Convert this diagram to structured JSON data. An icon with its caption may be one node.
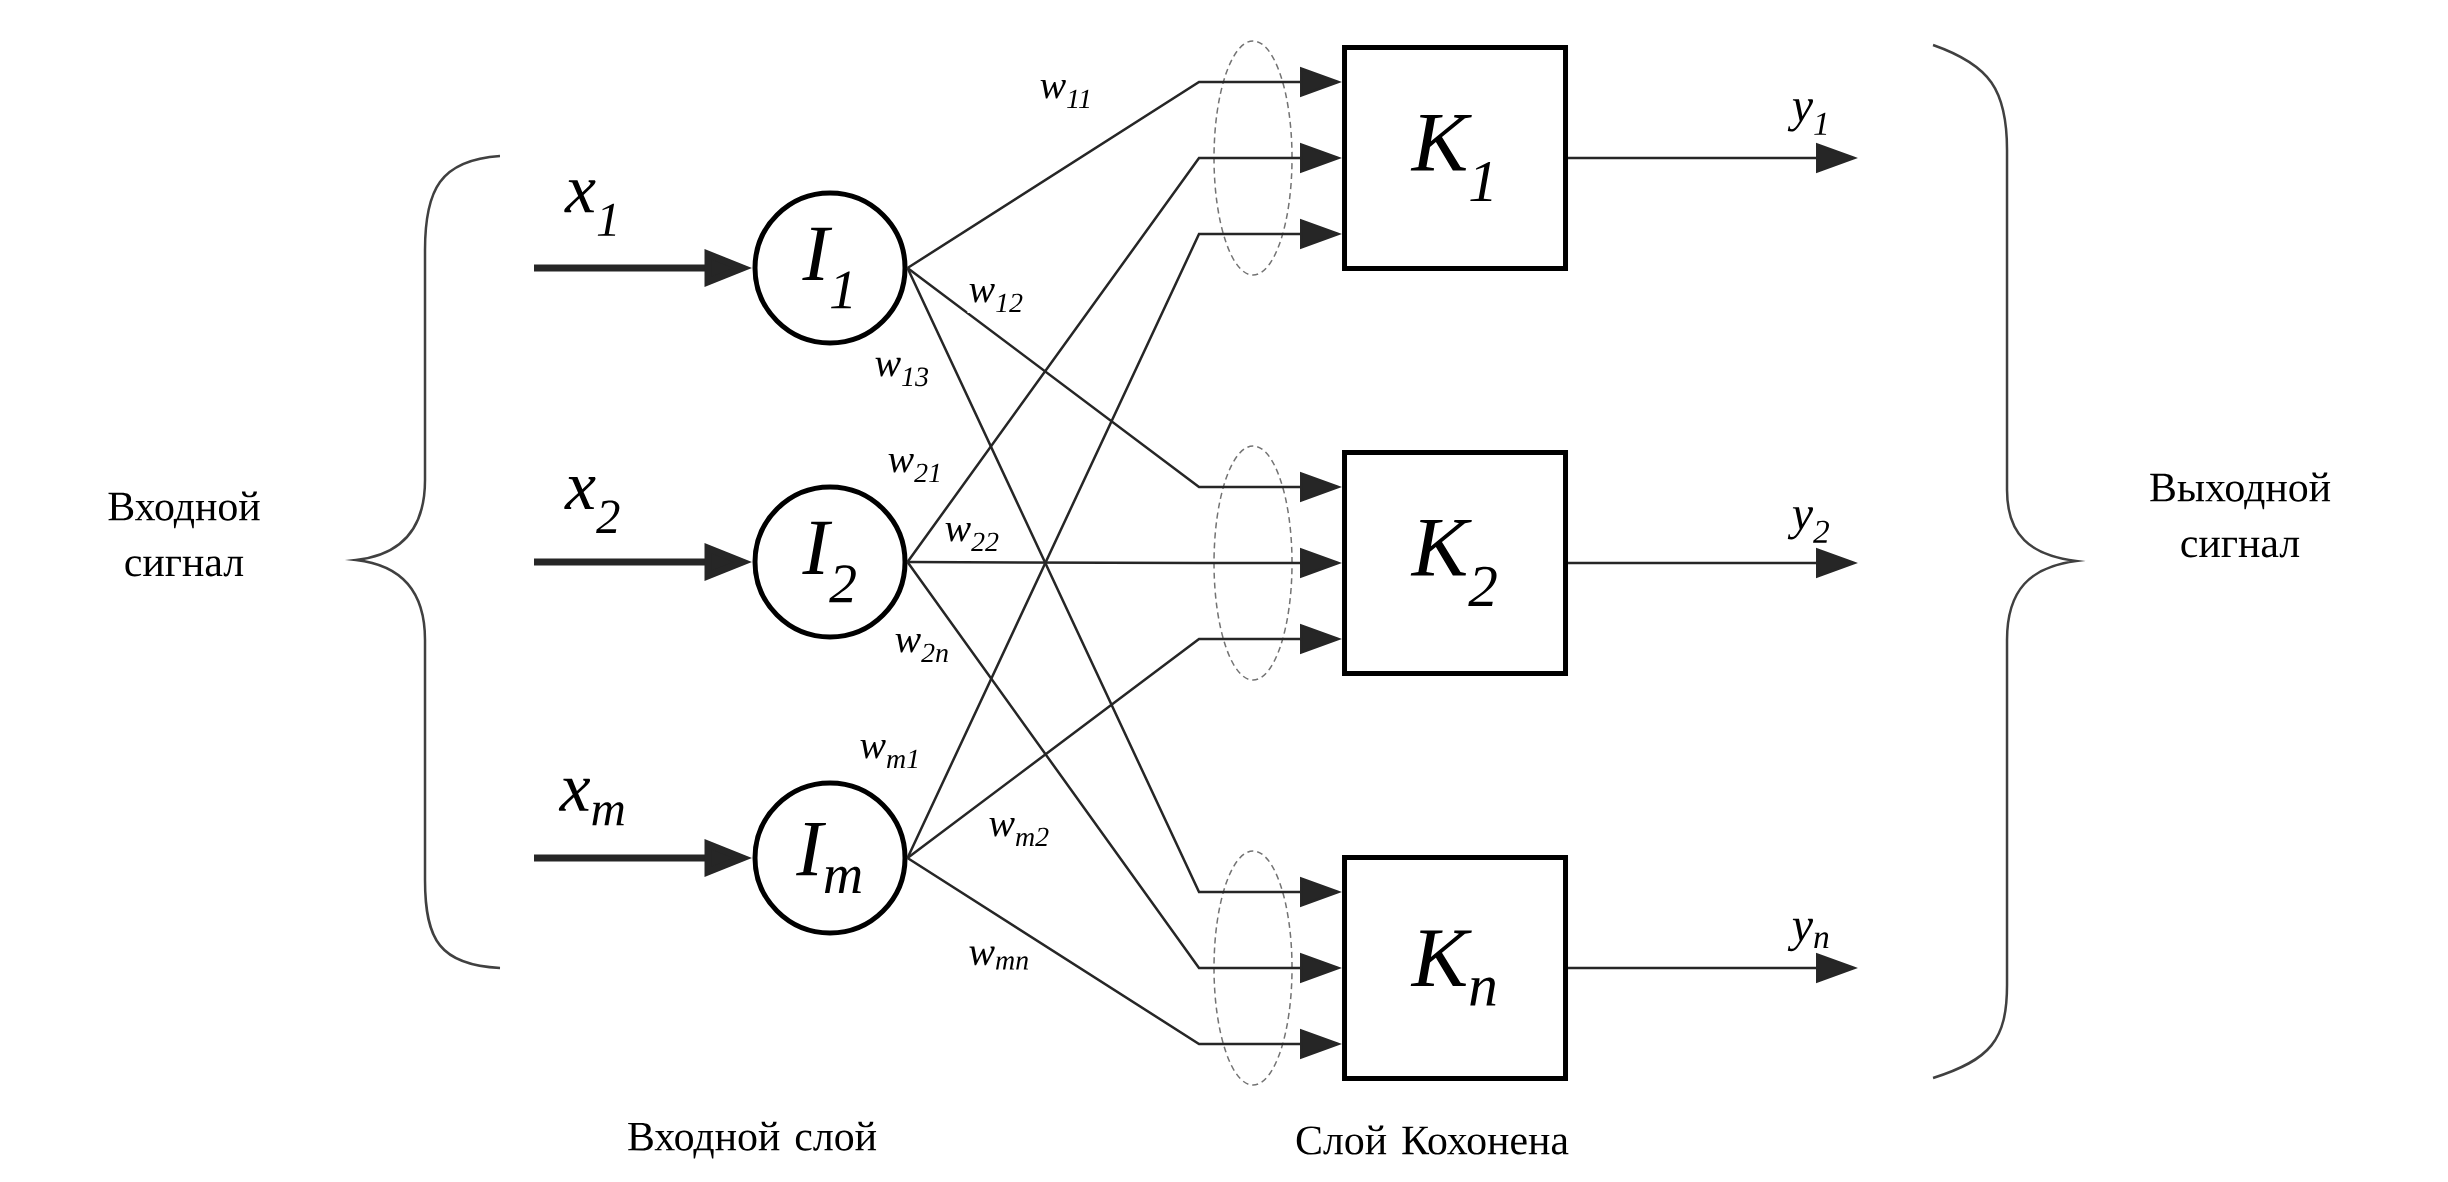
{
  "diagram": {
    "nodes": [
      {
        "text": [
          "I$_{1}$"
        ]
      },
      {
        "text": [
          "I$_{2}$"
        ]
      },
      {
        "text": [
          "I$_{m}$"
        ]
      },
      {
        "text": [
          "K$_{1}$"
        ]
      },
      {
        "text": [
          "K$_{2}$"
        ]
      },
      {
        "text": [
          "K$_{n}$"
        ]
      }
    ],
    "edges": [
      {
        "from": null,
        "to": 0,
        "arrow": "to",
        "label": "x$_{1}$",
        "style": "thick"
      },
      {
        "from": null,
        "to": 1,
        "arrow": "to",
        "label": "x$_{2}$",
        "style": "thick"
      },
      {
        "from": null,
        "to": 2,
        "arrow": "to",
        "label": "x$_{m}$",
        "style": "thick"
      },
      {
        "from": 0,
        "to": 3,
        "arrow": "to",
        "label": "w$_{11}$"
      },
      {
        "from": 0,
        "to": 4,
        "arrow": "to",
        "label": "w$_{12}$"
      },
      {
        "from": 0,
        "to": 5,
        "arrow": "to",
        "label": "w$_{13}$"
      },
      {
        "from": 1,
        "to": 3,
        "arrow": "to",
        "label": "w$_{21}$"
      },
      {
        "from": 1,
        "to": 4,
        "arrow": "to",
        "label": "w$_{22}$"
      },
      {
        "from": 1,
        "to": 5,
        "arrow": "to",
        "label": "w$_{2n}$"
      },
      {
        "from": 2,
        "to": 3,
        "arrow": "to",
        "label": "w$_{m1}$"
      },
      {
        "from": 2,
        "to": 4,
        "arrow": "to",
        "label": "w$_{m2}$"
      },
      {
        "from": 2,
        "to": 5,
        "arrow": "to",
        "label": "w$_{mn}$"
      },
      {
        "from": 3,
        "to": null,
        "arrow": "to",
        "label": "y$_{1}$"
      },
      {
        "from": 4,
        "to": null,
        "arrow": "to",
        "label": "y$_{2}$"
      },
      {
        "from": 5,
        "to": null,
        "arrow": "to",
        "label": "y$_{n}$"
      }
    ],
    "labels": [
      "Входной сигнал",
      "Выходной сигнал",
      "Входной слой",
      "Слой Кохонена"
    ]
  }
}
